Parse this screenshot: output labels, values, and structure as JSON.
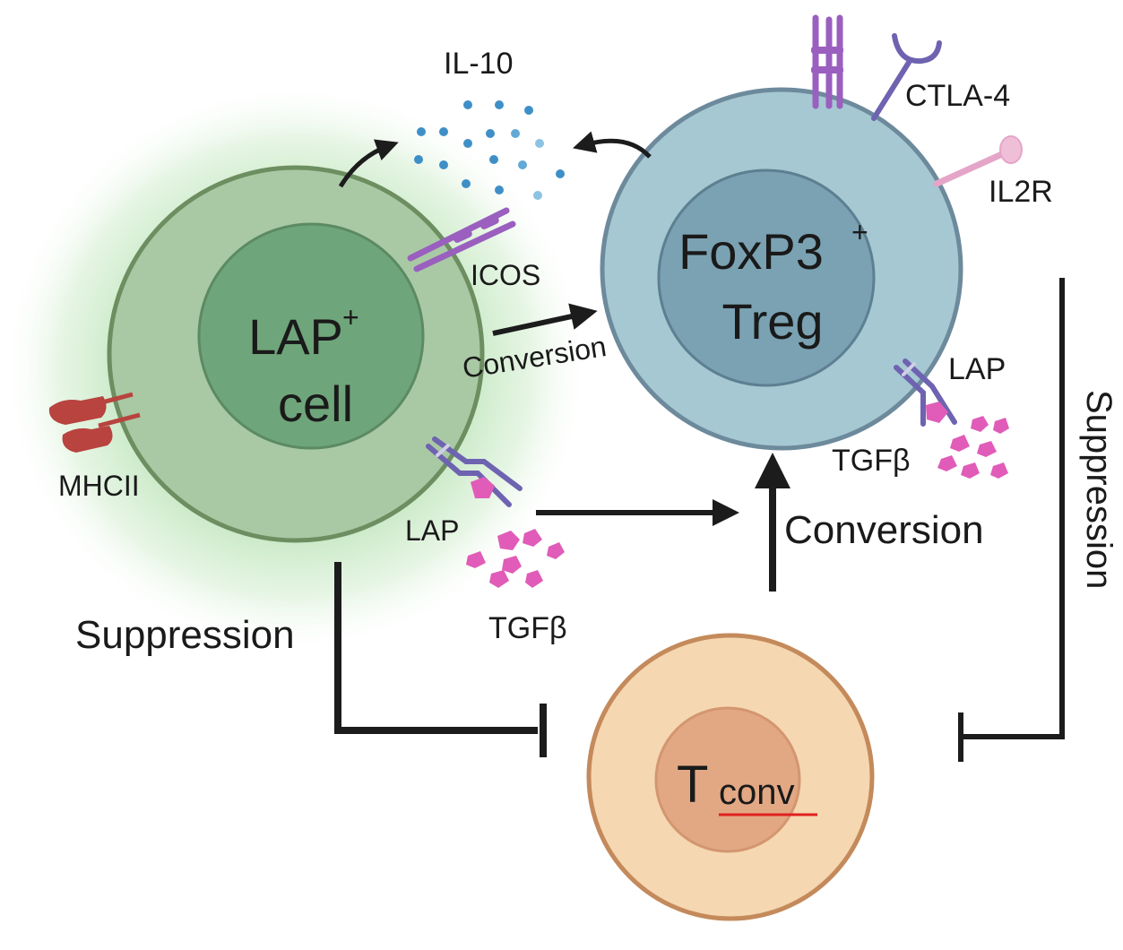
{
  "cells": {
    "lap": {
      "line1": "LAP",
      "sup": "+",
      "line2": "cell"
    },
    "treg": {
      "line1": "FoxP3",
      "sup": "+",
      "line2": "Treg"
    },
    "tconv": {
      "main": "T",
      "sub": "conv"
    }
  },
  "labels": {
    "il10": "IL-10",
    "ctla4": "CTLA-4",
    "il2r": "IL2R",
    "icos": "ICOS",
    "mhcii": "MHCII",
    "lap_left": "LAP",
    "tgfb_left": "TGFβ",
    "lap_right": "LAP",
    "tgfb_right": "TGFβ",
    "conversion_small": "Conversion",
    "conversion_large": "Conversion",
    "suppression_left": "Suppression",
    "suppression_right": "Suppression"
  },
  "colors": {
    "lap_cell": "#a9c9a4",
    "lap_nucleus": "#6fa57a",
    "treg_cell": "#a5c8d2",
    "treg_nucleus": "#7aa2b3",
    "tconv_cell": "#f5d7b1",
    "tconv_nucleus": "#e2a884",
    "receptor_purple": "#9a5fbf",
    "tgfb_pink": "#e05cb8",
    "il10_blue": "#3f8fc7",
    "mhcii_red": "#b8433f",
    "arrow": "#1c1c1c",
    "underline_red": "#e02020"
  }
}
